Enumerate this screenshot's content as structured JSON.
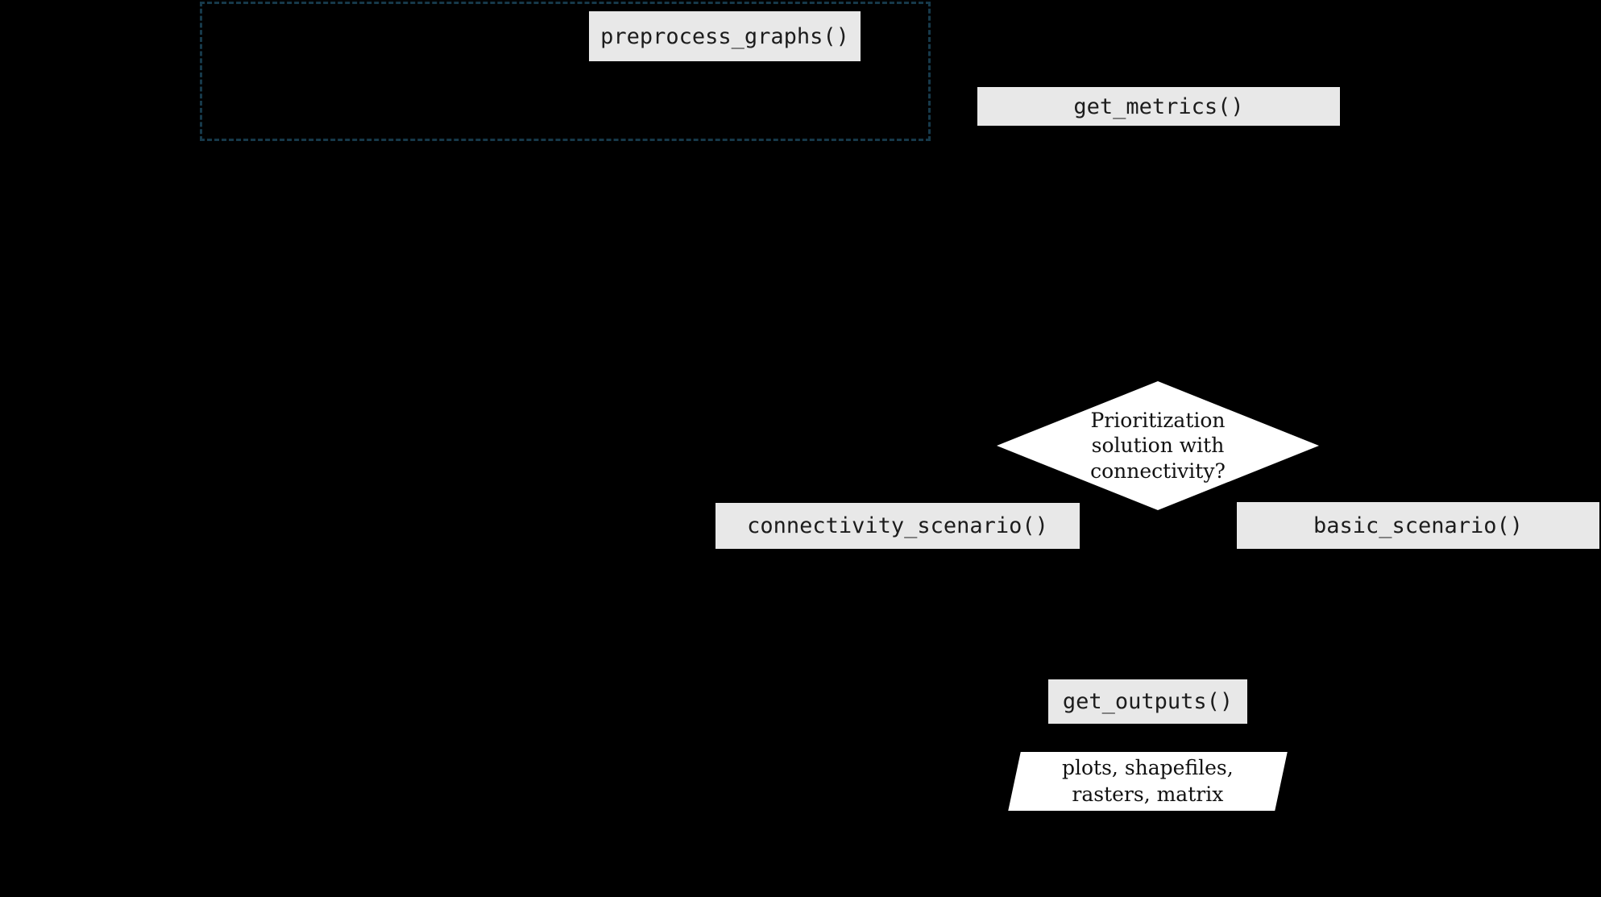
{
  "canvas": {
    "background": "#000000"
  },
  "colors": {
    "function_box_bg": "#e8e8e8",
    "function_box_text": "#1c1c1c",
    "dashed_group_border": "#16394a",
    "shape_fill": "#ffffff",
    "shape_text": "#111111"
  },
  "nodes": {
    "preprocess_graphs": {
      "label": "preprocess_graphs()"
    },
    "get_metrics": {
      "label": "get_metrics()"
    },
    "decision": {
      "line1": "Prioritization",
      "line2": "solution with",
      "line3": "connectivity?"
    },
    "connectivity_scenario": {
      "label": "connectivity_scenario()"
    },
    "basic_scenario": {
      "label": "basic_scenario()"
    },
    "get_outputs": {
      "label": "get_outputs()"
    },
    "outputs_parallelogram": {
      "line1": "plots, shapefiles,",
      "line2": "rasters, matrix"
    }
  }
}
